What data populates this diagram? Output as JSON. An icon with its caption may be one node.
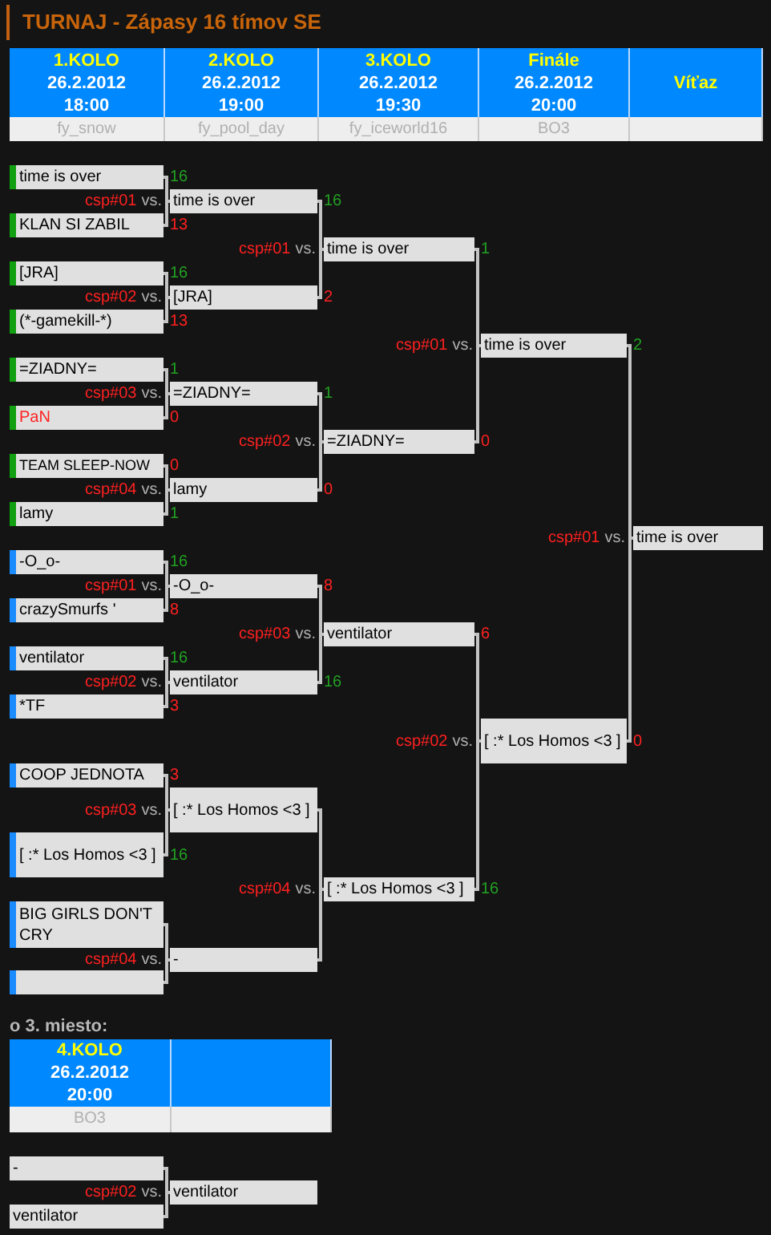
{
  "diagram": {
    "title": "TURNAJ - Zápasy 16 tímov SE",
    "nodes": [
      {
        "text": [
          "time is over"
        ],
        "beside": [
          "16"
        ]
      },
      {
        "text": [
          "time is over"
        ],
        "beside": [
          "csp#01",
          "vs.",
          "16"
        ]
      },
      {
        "text": [
          "KLAN SI ZABIL"
        ],
        "beside": [
          "13"
        ]
      },
      {
        "text": [
          "time is over"
        ],
        "beside": [
          "csp#01",
          "vs.",
          "1"
        ]
      },
      {
        "text": [
          "[JRA]"
        ],
        "beside": [
          "16"
        ]
      },
      {
        "text": [
          "[JRA]"
        ],
        "beside": [
          "csp#02",
          "vs.",
          "2"
        ]
      },
      {
        "text": [
          "(*-gamekill-*)"
        ],
        "beside": [
          "13"
        ]
      },
      {
        "text": [
          "time is over"
        ],
        "beside": [
          "csp#01",
          "vs.",
          "2"
        ]
      },
      {
        "text": [
          "=ZIADNY="
        ],
        "beside": [
          "1"
        ]
      },
      {
        "text": [
          "=ZIADNY="
        ],
        "beside": [
          "csp#03",
          "vs.",
          "1"
        ]
      },
      {
        "text": [
          "PaN"
        ],
        "beside": [
          "0"
        ]
      },
      {
        "text": [
          "=ZIADNY="
        ],
        "beside": [
          "csp#02",
          "vs.",
          "0"
        ]
      },
      {
        "text": [
          "TEAM SLEEP-NOW"
        ],
        "beside": [
          "0"
        ]
      },
      {
        "text": [
          "lamy"
        ],
        "beside": [
          "csp#04",
          "vs.",
          "0"
        ]
      },
      {
        "text": [
          "lamy"
        ],
        "beside": [
          "1"
        ]
      },
      {
        "text": [
          "time is over"
        ],
        "beside": [
          "csp#01",
          "vs."
        ]
      },
      {
        "text": [
          "-O_o-"
        ],
        "beside": [
          "16"
        ]
      },
      {
        "text": [
          "-O_o-"
        ],
        "beside": [
          "csp#01",
          "vs.",
          "8"
        ]
      },
      {
        "text": [
          "crazySmurfs '"
        ],
        "beside": [
          "8"
        ]
      },
      {
        "text": [
          "ventilator"
        ],
        "beside": [
          "csp#03",
          "vs.",
          "6"
        ]
      },
      {
        "text": [
          "ventilator"
        ],
        "beside": [
          "16"
        ]
      },
      {
        "text": [
          "ventilator"
        ],
        "beside": [
          "csp#02",
          "vs.",
          "16"
        ]
      },
      {
        "text": [
          "*TF"
        ],
        "beside": [
          "3"
        ]
      },
      {
        "text": [
          "[ :* Los Homos <3 ]"
        ],
        "beside": [
          "csp#02",
          "vs.",
          "0"
        ]
      },
      {
        "text": [
          "COOP JEDNOTA"
        ],
        "beside": [
          "3"
        ]
      },
      {
        "text": [
          "[ :* Los Homos <3 ]"
        ],
        "beside": [
          "csp#03",
          "vs."
        ]
      },
      {
        "text": [
          "[ :* Los Homos <3 ]"
        ],
        "beside": [
          "16"
        ]
      },
      {
        "text": [
          "[ :* Los Homos <3 ]"
        ],
        "beside": [
          "csp#04",
          "vs.",
          "16"
        ]
      },
      {
        "text": [
          "BIG GIRLS DON'T CRY"
        ]
      },
      {
        "text": [
          "-"
        ],
        "beside": [
          "csp#04",
          "vs."
        ]
      },
      {
        "text": [],
        "shape": "bar"
      },
      {
        "text": [
          "-"
        ]
      },
      {
        "text": [
          "ventilator"
        ],
        "beside": [
          "csp#02",
          "vs."
        ]
      },
      {
        "text": [
          "ventilator"
        ]
      }
    ],
    "edges": [
      {
        "from": 0,
        "to": 1,
        "arrow": "none"
      },
      {
        "from": 2,
        "to": 1,
        "arrow": "none"
      },
      {
        "from": 4,
        "to": 5,
        "arrow": "none"
      },
      {
        "from": 6,
        "to": 5,
        "arrow": "none"
      },
      {
        "from": 8,
        "to": 9,
        "arrow": "none"
      },
      {
        "from": 10,
        "to": 9,
        "arrow": "none"
      },
      {
        "from": 12,
        "to": 13,
        "arrow": "none"
      },
      {
        "from": 14,
        "to": 13,
        "arrow": "none"
      },
      {
        "from": 1,
        "to": 3,
        "arrow": "none"
      },
      {
        "from": 5,
        "to": 3,
        "arrow": "none"
      },
      {
        "from": 9,
        "to": 11,
        "arrow": "none"
      },
      {
        "from": 13,
        "to": 11,
        "arrow": "none"
      },
      {
        "from": 3,
        "to": 7,
        "arrow": "none"
      },
      {
        "from": 11,
        "to": 7,
        "arrow": "none"
      },
      {
        "from": 7,
        "to": 15,
        "arrow": "none"
      },
      {
        "from": 23,
        "to": 15,
        "arrow": "none"
      },
      {
        "from": 16,
        "to": 17,
        "arrow": "none"
      },
      {
        "from": 18,
        "to": 17,
        "arrow": "none"
      },
      {
        "from": 20,
        "to": 21,
        "arrow": "none"
      },
      {
        "from": 22,
        "to": 21,
        "arrow": "none"
      },
      {
        "from": 24,
        "to": 25,
        "arrow": "none"
      },
      {
        "from": 26,
        "to": 25,
        "arrow": "none"
      },
      {
        "from": 28,
        "to": 29,
        "arrow": "none"
      },
      {
        "from": 30,
        "to": 29,
        "arrow": "none"
      },
      {
        "from": 17,
        "to": 19,
        "arrow": "none"
      },
      {
        "from": 21,
        "to": 19,
        "arrow": "none"
      },
      {
        "from": 25,
        "to": 27,
        "arrow": "none"
      },
      {
        "from": 29,
        "to": 27,
        "arrow": "none"
      },
      {
        "from": 19,
        "to": 23,
        "arrow": "none"
      },
      {
        "from": 27,
        "to": 23,
        "arrow": "none"
      },
      {
        "from": 31,
        "to": 32,
        "arrow": "none"
      },
      {
        "from": 33,
        "to": 32,
        "arrow": "none"
      }
    ],
    "labels": [
      "1.KOLO",
      "26.2.2012",
      "18:00",
      "2.KOLO",
      "26.2.2012",
      "19:00",
      "3.KOLO",
      "26.2.2012",
      "19:30",
      "Finále",
      "26.2.2012",
      "20:00",
      "Víťaz",
      "fy_snow",
      "fy_pool_day",
      "fy_iceworld16",
      "BO3",
      "o 3. miesto:",
      "4.KOLO",
      "26.2.2012",
      "20:00",
      "BO3"
    ]
  }
}
